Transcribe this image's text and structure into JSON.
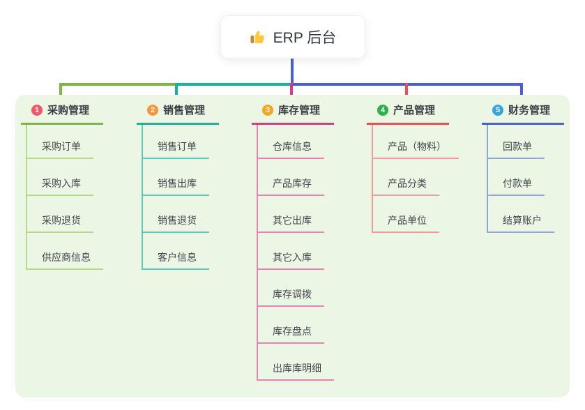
{
  "root": {
    "label": "ERP 后台",
    "icon": "thumbs-up-icon",
    "connector_color": "#4A5ED5"
  },
  "panel": {
    "background": "#EBF7E4"
  },
  "branches": [
    {
      "index": "1",
      "label": "采购管理",
      "badge_color": "#F3566B",
      "line_color": "#7DB742",
      "child_line_color": "#B4D989",
      "children": [
        "采购订单",
        "采购入库",
        "采购退货",
        "供应商信息"
      ]
    },
    {
      "index": "2",
      "label": "销售管理",
      "badge_color": "#F7973D",
      "line_color": "#16B3A3",
      "child_line_color": "#5FC9BA",
      "children": [
        "销售订单",
        "销售出库",
        "销售退货",
        "客户信息"
      ]
    },
    {
      "index": "3",
      "label": "库存管理",
      "badge_color": "#F5A723",
      "line_color": "#D23C88",
      "child_line_color": "#EF80B3",
      "children": [
        "仓库信息",
        "产品库存",
        "其它出库",
        "其它入库",
        "库存调拨",
        "库存盘点",
        "出库库明细"
      ]
    },
    {
      "index": "4",
      "label": "产品管理",
      "badge_color": "#2BB24C",
      "line_color": "#EF4E4E",
      "child_line_color": "#F49B9B",
      "children": [
        "产品（物料）",
        "产品分类",
        "产品单位"
      ]
    },
    {
      "index": "5",
      "label": "财务管理",
      "badge_color": "#33A6DE",
      "line_color": "#4A5ED5",
      "child_line_color": "#8FA7DD",
      "children": [
        "回款单",
        "付款单",
        "结算账户"
      ]
    }
  ]
}
